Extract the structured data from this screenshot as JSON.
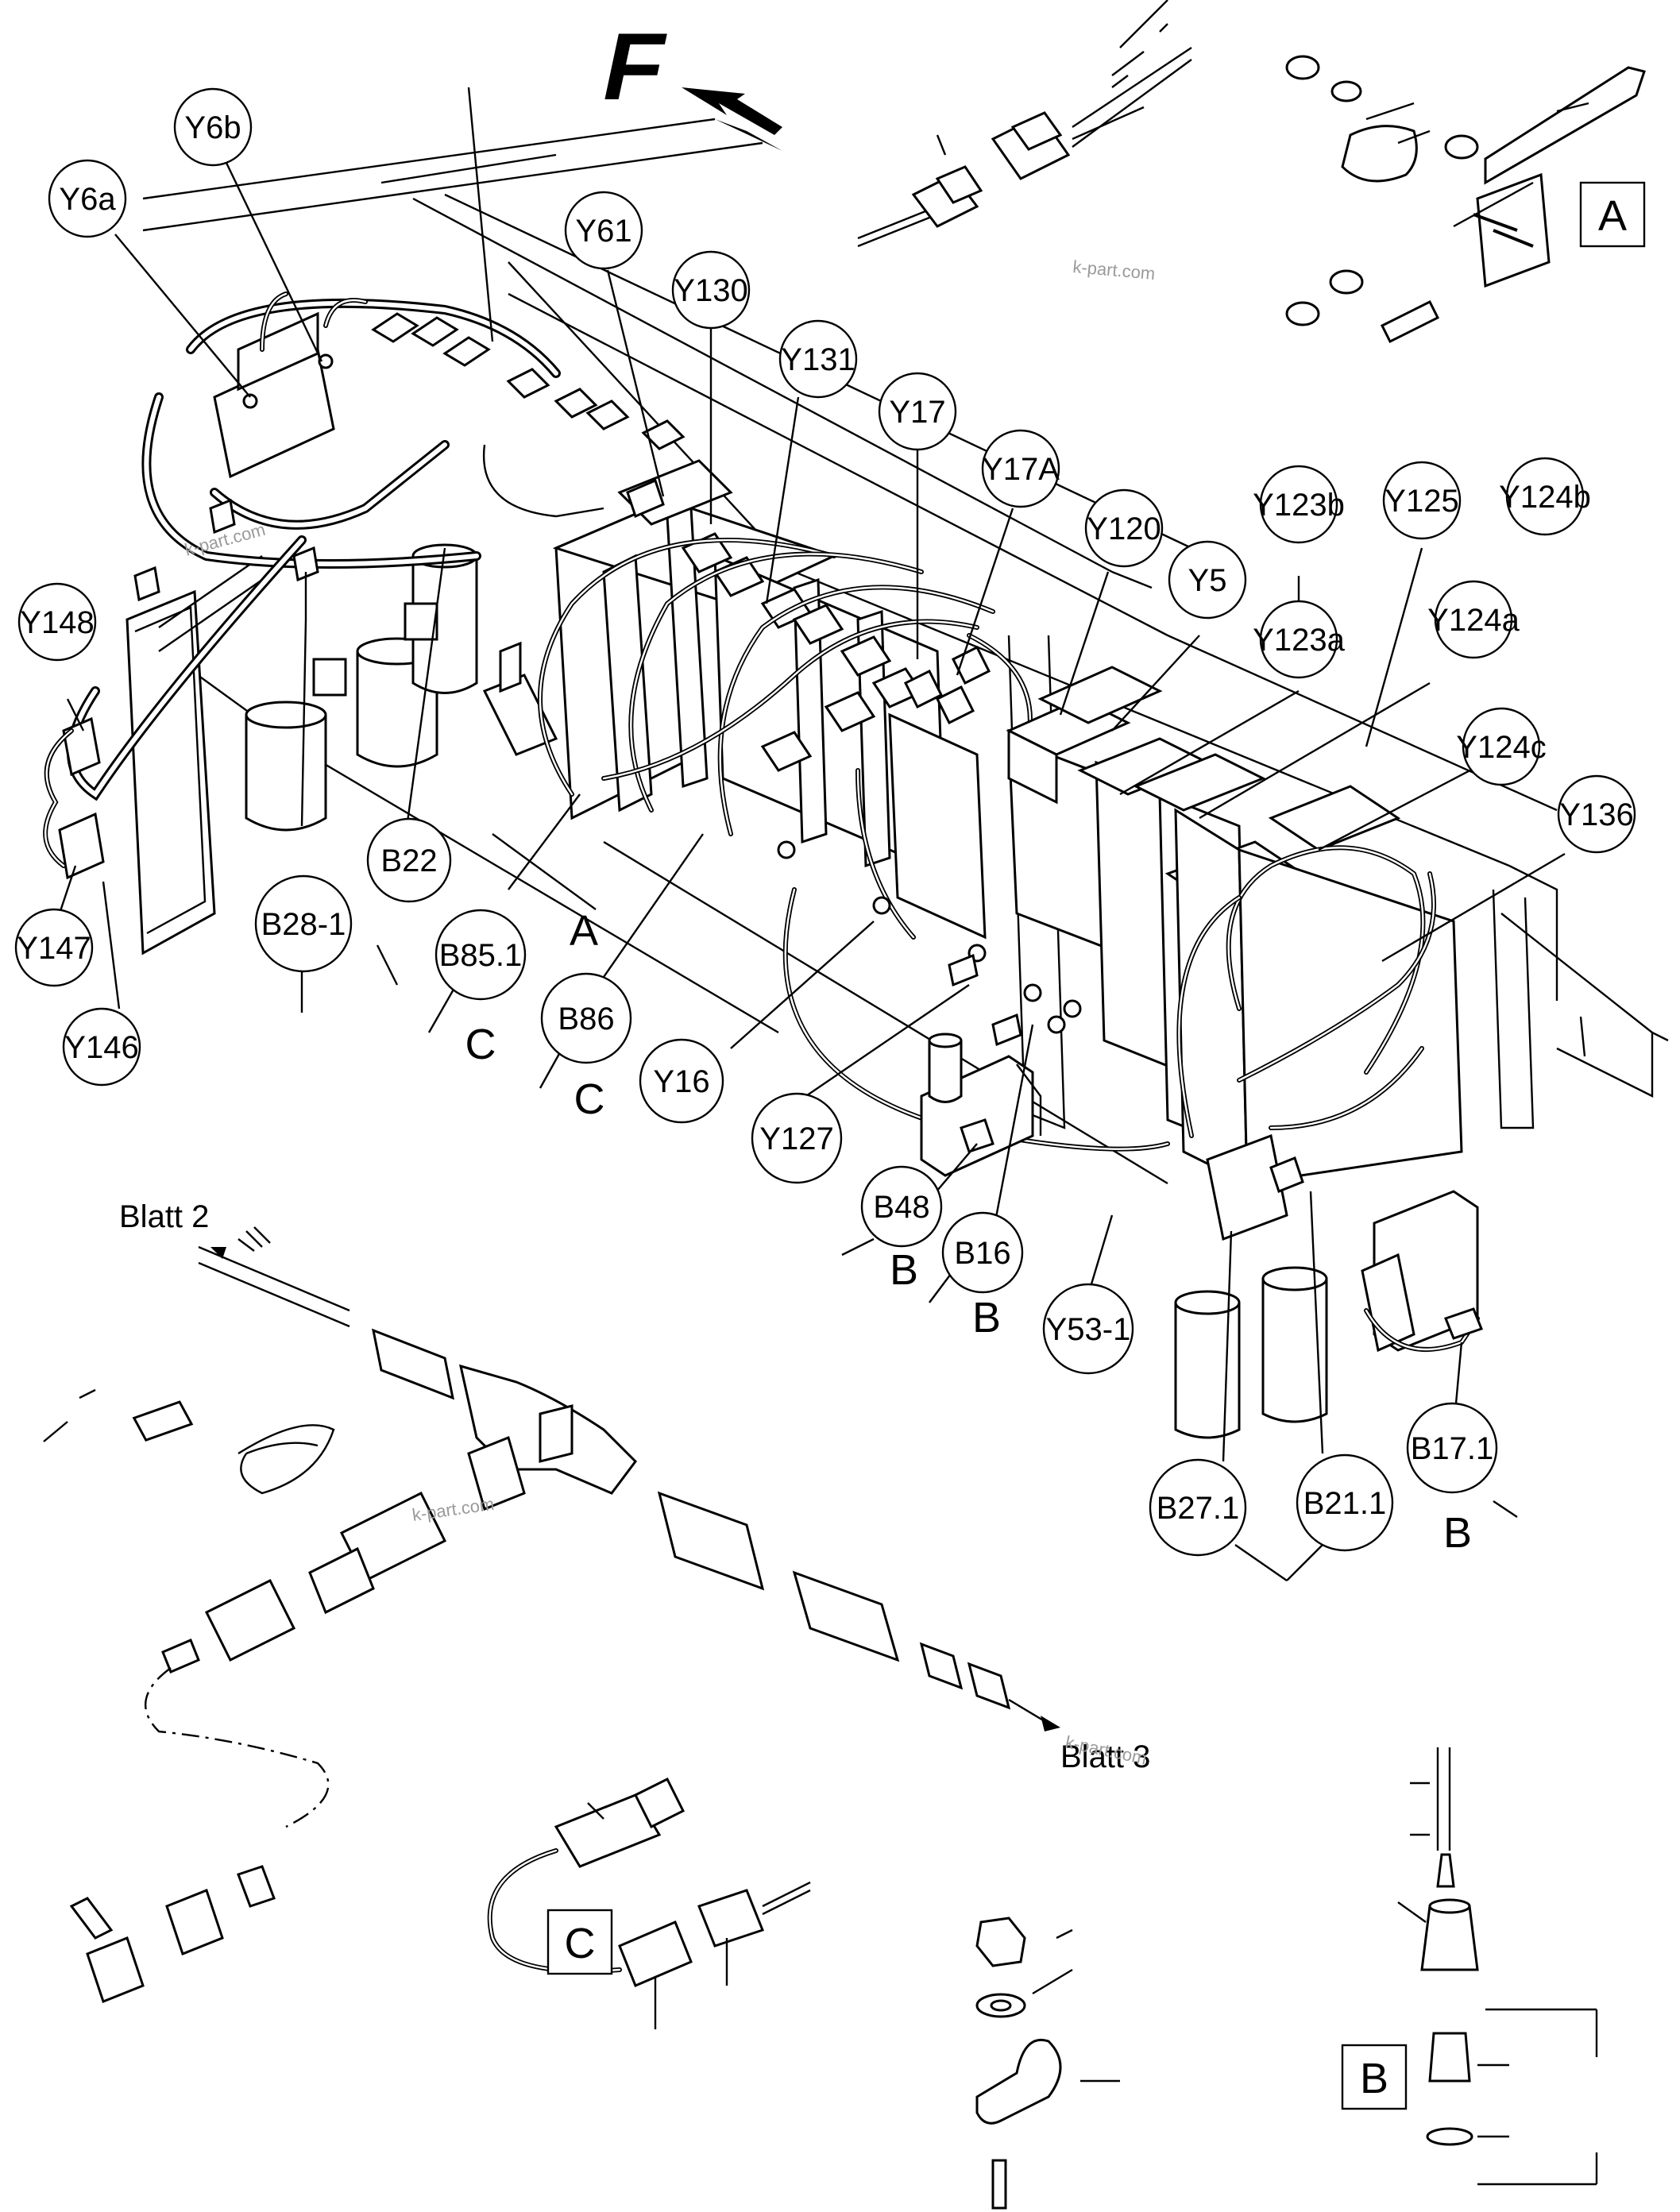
{
  "callouts": [
    {
      "id": "Y6a",
      "text": "Y6a"
    },
    {
      "id": "Y6b",
      "text": "Y6b"
    },
    {
      "id": "Y61",
      "text": "Y61"
    },
    {
      "id": "Y130",
      "text": "Y130"
    },
    {
      "id": "Y131",
      "text": "Y131"
    },
    {
      "id": "Y17",
      "text": "Y17"
    },
    {
      "id": "Y17A",
      "text": "Y17A"
    },
    {
      "id": "Y120",
      "text": "Y120"
    },
    {
      "id": "Y123b",
      "text": "Y123b"
    },
    {
      "id": "Y125",
      "text": "Y125"
    },
    {
      "id": "Y124b",
      "text": "Y124b"
    },
    {
      "id": "Y5",
      "text": "Y5"
    },
    {
      "id": "Y123a",
      "text": "Y123a"
    },
    {
      "id": "Y124a",
      "text": "Y124a"
    },
    {
      "id": "Y124c",
      "text": "Y124c"
    },
    {
      "id": "Y136",
      "text": "Y136"
    },
    {
      "id": "Y148",
      "text": "Y148"
    },
    {
      "id": "Y147",
      "text": "Y147"
    },
    {
      "id": "Y146",
      "text": "Y146"
    },
    {
      "id": "B28-1",
      "text": "B28-1"
    },
    {
      "id": "B22",
      "text": "B22"
    },
    {
      "id": "B85.1",
      "text": "B85.1"
    },
    {
      "id": "B86",
      "text": "B86"
    },
    {
      "id": "Y16",
      "text": "Y16"
    },
    {
      "id": "Y127",
      "text": "Y127"
    },
    {
      "id": "B48",
      "text": "B48"
    },
    {
      "id": "B16",
      "text": "B16"
    },
    {
      "id": "Y53-1",
      "text": "Y53-1"
    },
    {
      "id": "B17.1",
      "text": "B17.1"
    },
    {
      "id": "B27.1",
      "text": "B27.1"
    },
    {
      "id": "B21.1",
      "text": "B21.1"
    }
  ],
  "detail_refs": {
    "a_main": "A",
    "c_b851": "C",
    "c_b86": "C",
    "b_b48": "B",
    "b_b16": "B",
    "b_b171": "B"
  },
  "detail_boxes": {
    "A": "A",
    "B": "B",
    "C": "C"
  },
  "direction_marker": "F",
  "sheet_refs": {
    "blatt2": "Blatt 2",
    "blatt3": "Blatt 3"
  },
  "watermark": "k-part.com"
}
